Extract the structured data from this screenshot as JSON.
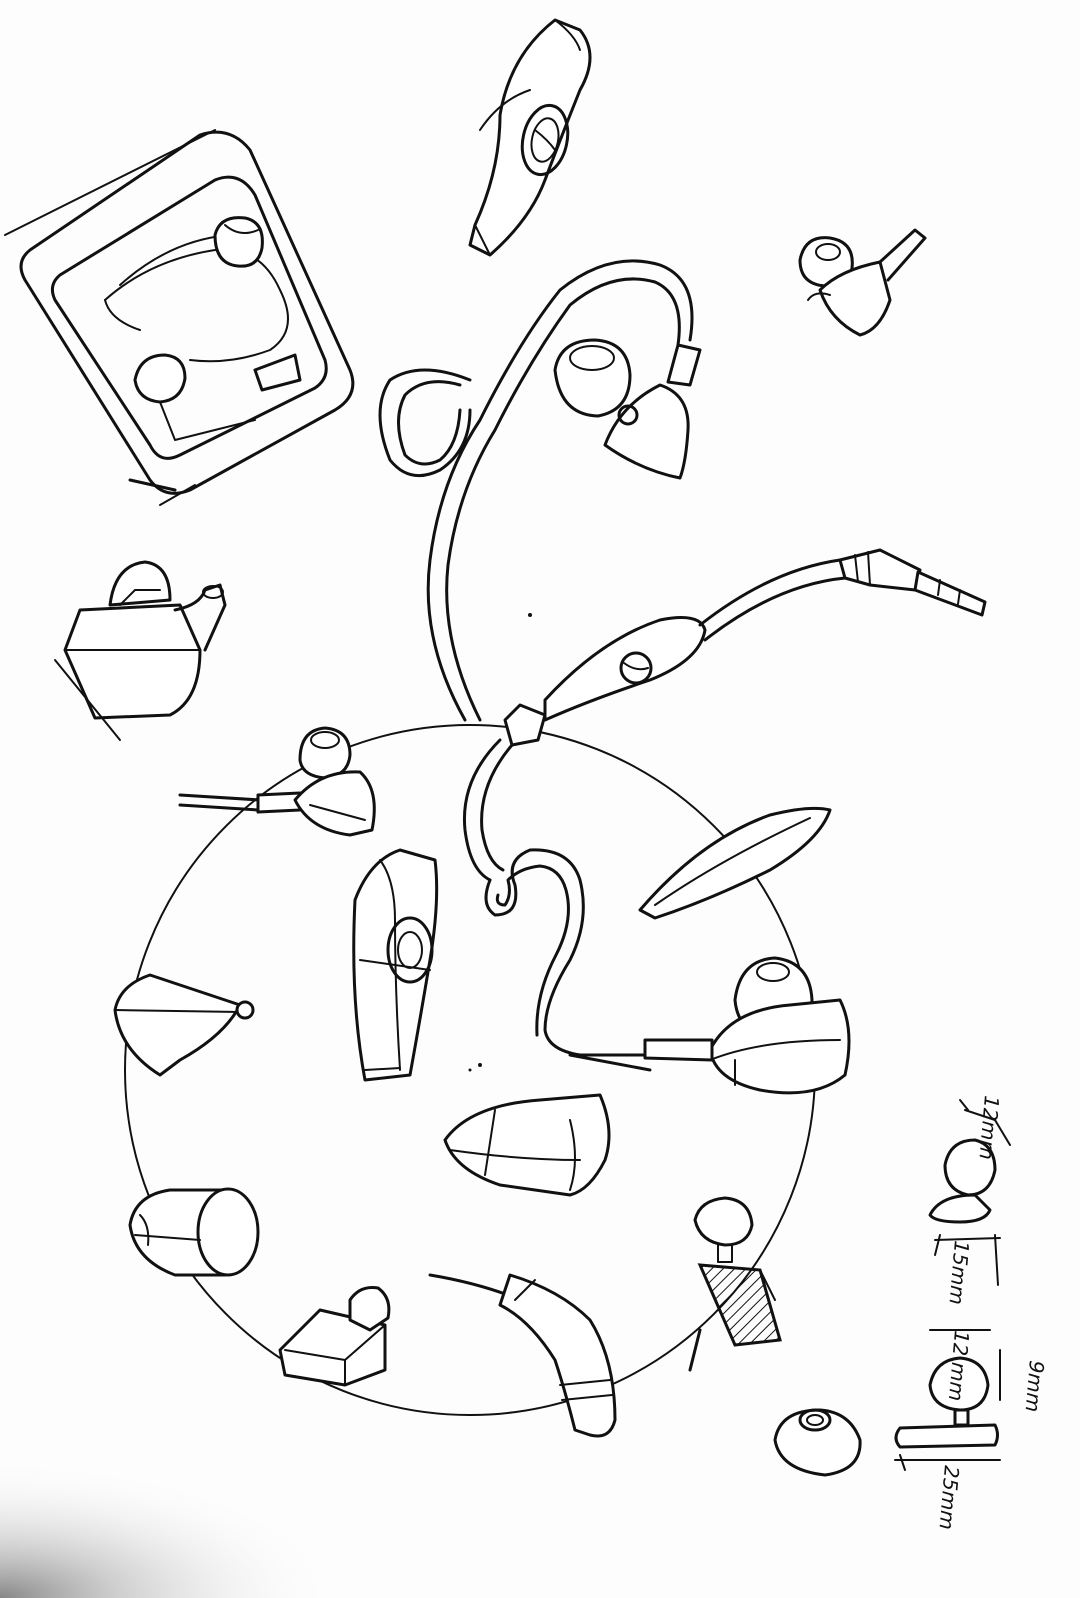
{
  "sheet": {
    "background": "#fdfdfd",
    "ink_color": "#111111",
    "shadow_color": "#9a9a9a"
  },
  "dimensions": {
    "top_tip": "12mm",
    "body_depth": "15mm",
    "nozzle": "12 mm",
    "tip_width": "9mm",
    "stem_length": "25mm"
  }
}
